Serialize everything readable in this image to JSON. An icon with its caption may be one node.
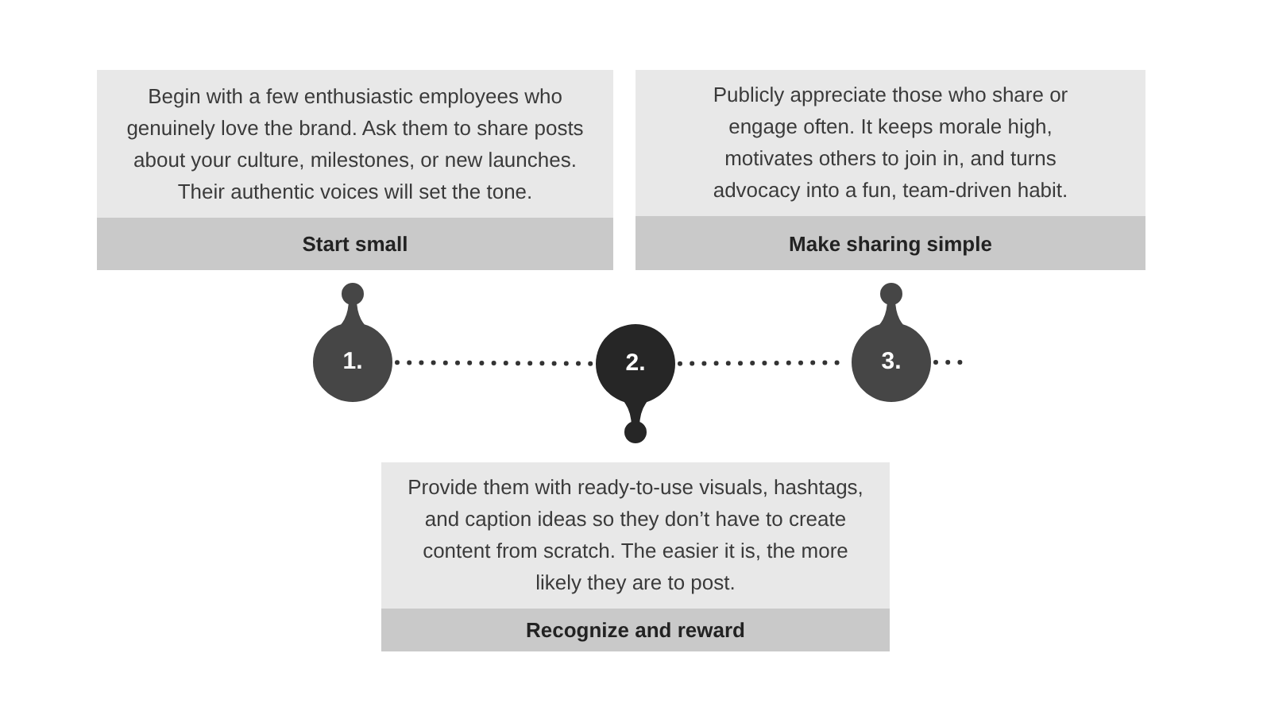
{
  "diagram": {
    "nodes": [
      {
        "text": [
          "Begin with a few enthusiastic employees who genuinely love the brand. Ask them to share posts about your culture, milestones, or new launches. Their authentic voices will set the tone.",
          "Start small"
        ]
      },
      {
        "text": [
          "Publicly appreciate those who share or engage often. It keeps morale high, motivates others to join in, and turns advocacy into a fun, team-driven habit.",
          "Make sharing simple"
        ]
      },
      {
        "text": [
          "1."
        ]
      },
      {
        "text": [
          "2."
        ]
      },
      {
        "text": [
          "3."
        ]
      },
      {
        "text": [
          "Provide them with ready-to-use visuals, hashtags, and caption ideas so they don’t have to create content from scratch. The easier it is, the more likely they are to post.",
          "Recognize and reward"
        ]
      }
    ],
    "edges": [
      {
        "from": 2,
        "to": 3,
        "arrow": "none",
        "style": "dashed"
      },
      {
        "from": 3,
        "to": 4,
        "arrow": "none",
        "style": "dashed"
      },
      {
        "from": 4,
        "to": null,
        "arrow": "none",
        "style": "dashed"
      }
    ]
  }
}
